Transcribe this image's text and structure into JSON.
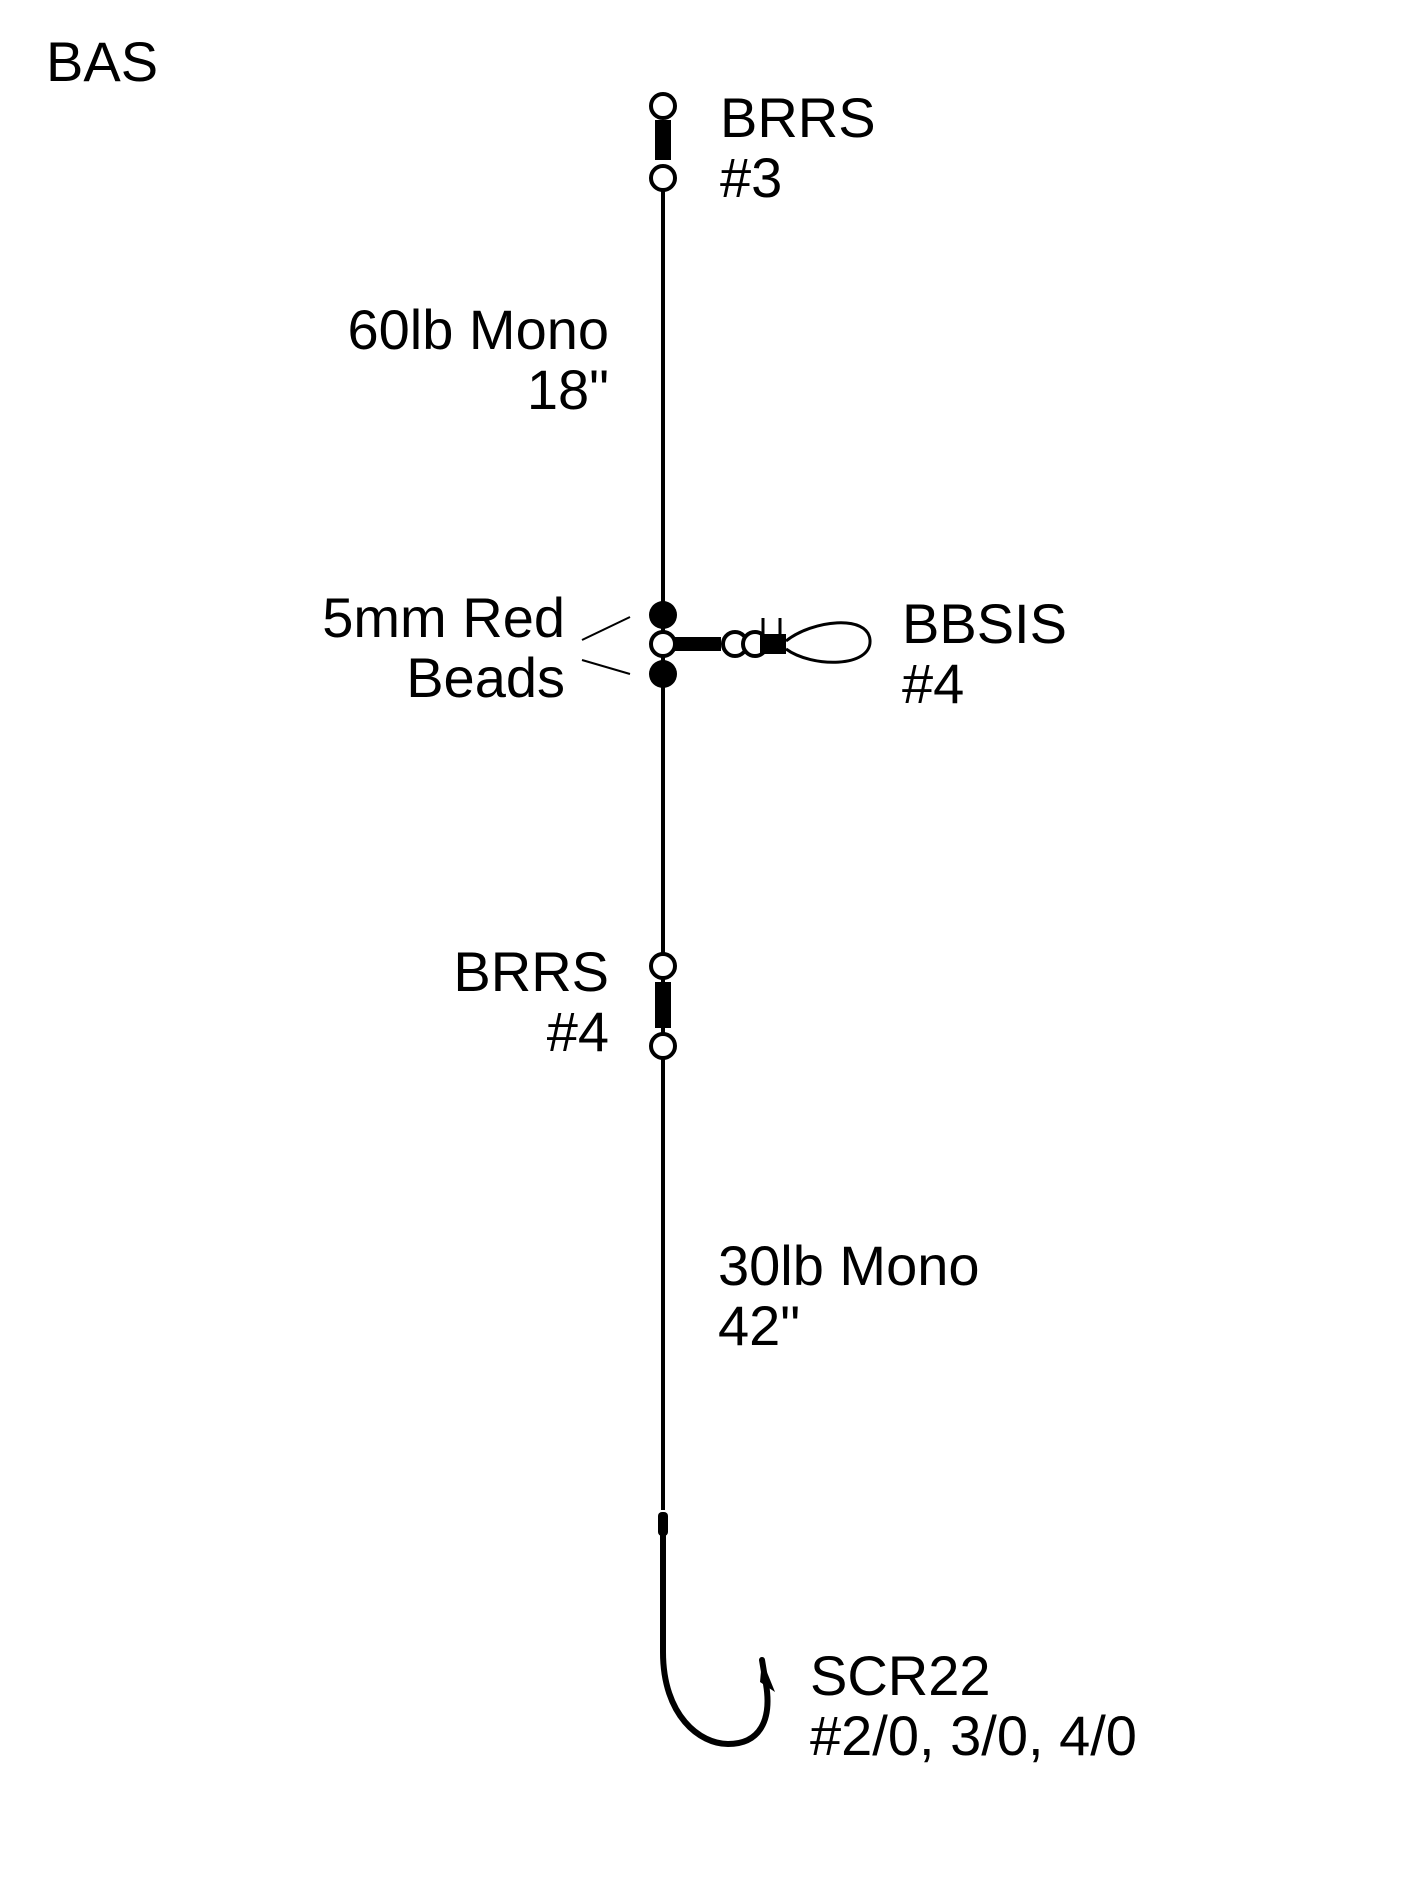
{
  "title": "BAS",
  "components": {
    "top_swivel": {
      "name": "BRRS",
      "size": "#3"
    },
    "upper_line": {
      "material": "60lb Mono",
      "length": "18\""
    },
    "beads": {
      "line1": "5mm Red",
      "line2": "Beads"
    },
    "side_swivel": {
      "name": "BBSIS",
      "size": "#4"
    },
    "lower_swivel": {
      "name": "BRRS",
      "size": "#4"
    },
    "leader_line": {
      "material": "30lb Mono",
      "length": "42\""
    },
    "hook": {
      "name": "SCR22",
      "sizes": "#2/0, 3/0, 4/0"
    }
  },
  "colors": {
    "ink": "#000000",
    "paper": "#ffffff"
  }
}
